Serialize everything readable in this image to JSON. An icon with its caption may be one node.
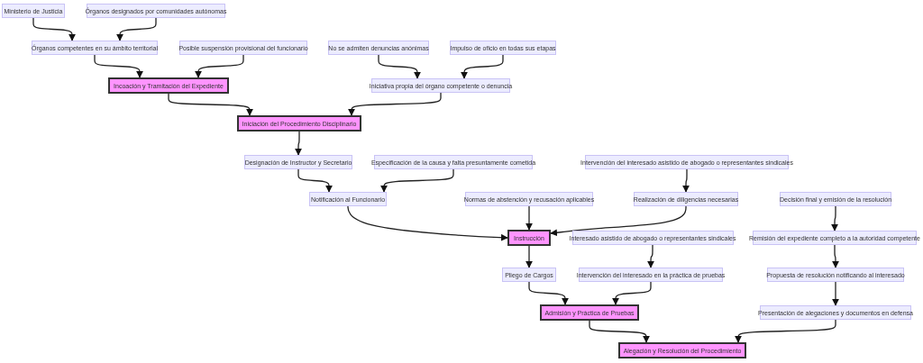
{
  "diagram": {
    "nodes": [
      {
        "text": [
          "Ministerio de Justicia"
        ]
      },
      {
        "text": [
          "Órganos designados por comunidades autónomas"
        ]
      },
      {
        "text": [
          "Órganos competentes en su ámbito territorial"
        ]
      },
      {
        "text": [
          "Posible suspensión provisional del funcionario"
        ]
      },
      {
        "text": [
          "No se admiten denuncias anónimas"
        ]
      },
      {
        "text": [
          "Impulso de oficio en todas sus etapas"
        ]
      },
      {
        "text": [
          "Incoación y Tramitación del Expediente"
        ]
      },
      {
        "text": [
          "Iniciativa propia del órgano competente o denuncia"
        ]
      },
      {
        "text": [
          "Iniciación del Procedimiento Disciplinario"
        ]
      },
      {
        "text": [
          "Designación de Instructor y Secretario"
        ]
      },
      {
        "text": [
          "Especificación de la causa y falta presuntamente cometida"
        ]
      },
      {
        "text": [
          "Intervención del interesado asistido de abogado o representantes sindicales"
        ]
      },
      {
        "text": [
          "Notificación al Funcionario"
        ]
      },
      {
        "text": [
          "Normas de abstención y recusación aplicables"
        ]
      },
      {
        "text": [
          "Realización de diligencias necesarias"
        ]
      },
      {
        "text": [
          "Decisión final y emisión de la resolución"
        ]
      },
      {
        "text": [
          "Instrucción"
        ]
      },
      {
        "text": [
          "Interesado asistido de abogado o representantes sindicales"
        ]
      },
      {
        "text": [
          "Remisión del expediente completo a la autoridad competente"
        ]
      },
      {
        "text": [
          "Pliego de Cargos"
        ]
      },
      {
        "text": [
          "Intervención del interesado en la práctica de pruebas"
        ]
      },
      {
        "text": [
          "Propuesta de resolución notificando al interesado"
        ]
      },
      {
        "text": [
          "Admisión y Práctica de Pruebas"
        ]
      },
      {
        "text": [
          "Presentación de alegaciones y documentos en defensa"
        ]
      },
      {
        "text": [
          "Alegación y Resolución del Procedimiento"
        ]
      }
    ],
    "edges": [
      {
        "from": 0,
        "to": 2,
        "arrow": "to"
      },
      {
        "from": 1,
        "to": 2,
        "arrow": "to"
      },
      {
        "from": 2,
        "to": 6,
        "arrow": "to"
      },
      {
        "from": 3,
        "to": 6,
        "arrow": "to"
      },
      {
        "from": 4,
        "to": 7,
        "arrow": "to"
      },
      {
        "from": 5,
        "to": 7,
        "arrow": "to"
      },
      {
        "from": 6,
        "to": 8,
        "arrow": "to"
      },
      {
        "from": 7,
        "to": 8,
        "arrow": "to"
      },
      {
        "from": 8,
        "to": 9,
        "arrow": "to"
      },
      {
        "from": 9,
        "to": 12,
        "arrow": "to"
      },
      {
        "from": 10,
        "to": 12,
        "arrow": "to"
      },
      {
        "from": 11,
        "to": 14,
        "arrow": "to"
      },
      {
        "from": 12,
        "to": 16,
        "arrow": "to"
      },
      {
        "from": 13,
        "to": 16,
        "arrow": "to"
      },
      {
        "from": 14,
        "to": 16,
        "arrow": "to"
      },
      {
        "from": 17,
        "to": 20,
        "arrow": "to"
      },
      {
        "from": 16,
        "to": 19,
        "arrow": "to"
      },
      {
        "from": 19,
        "to": 22,
        "arrow": "to"
      },
      {
        "from": 20,
        "to": 22,
        "arrow": "to"
      },
      {
        "from": 15,
        "to": 18,
        "arrow": "to"
      },
      {
        "from": 18,
        "to": 21,
        "arrow": "to"
      },
      {
        "from": 21,
        "to": 23,
        "arrow": "to"
      },
      {
        "from": 22,
        "to": 24,
        "arrow": "to"
      },
      {
        "from": 23,
        "to": 24,
        "arrow": "to"
      }
    ]
  }
}
